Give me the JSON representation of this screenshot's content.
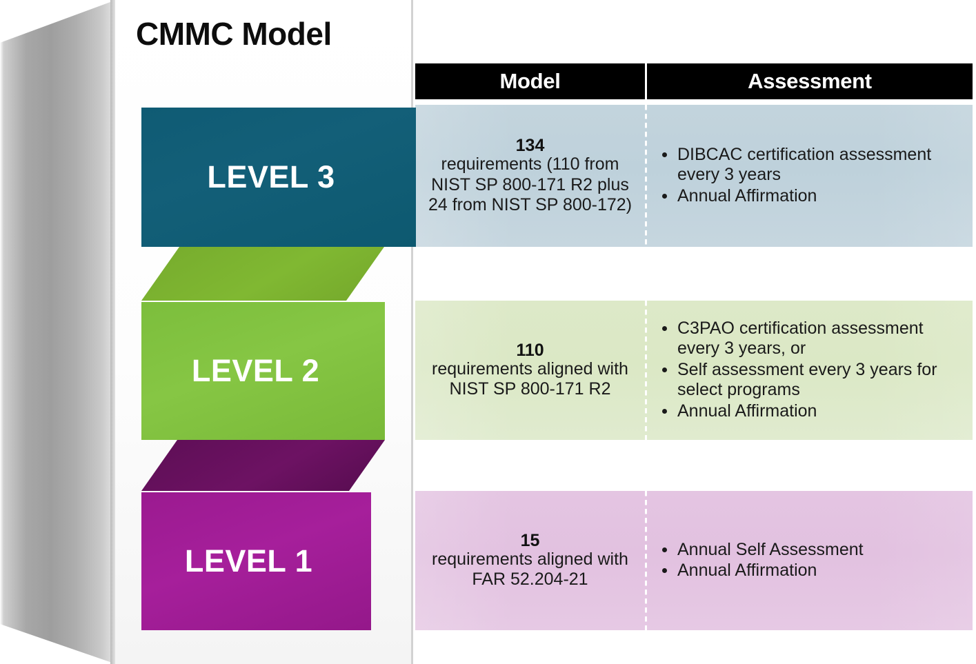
{
  "card": {
    "title": "CMMC Model"
  },
  "header": {
    "model_label": "Model",
    "assessment_label": "Assessment"
  },
  "colors": {
    "level3": "#105E77",
    "level3_panel": "#BED1DB",
    "level2": "#81C241",
    "level2_panel": "#DBE8C5",
    "level2_connector": "#76AB2D",
    "level1": "#A01C96",
    "level1_panel": "#E2C1E0",
    "level1_connector": "#5D0E55",
    "header_bar": "#000000",
    "header_text": "#FFFFFF"
  },
  "rows": [
    {
      "level_label": "LEVEL 3",
      "model": {
        "count": "134",
        "description": "requirements (110 from NIST SP 800-171 R2 plus 24 from NIST SP 800-172)"
      },
      "assessment": [
        "DIBCAC certification assessment every 3 years",
        "Annual Affirmation"
      ]
    },
    {
      "level_label": "LEVEL 2",
      "model": {
        "count": "110",
        "description": "requirements aligned with NIST SP 800-171 R2"
      },
      "assessment": [
        "C3PAO certification assessment every 3 years, or",
        "Self assessment every 3 years for select programs",
        "Annual Affirmation"
      ]
    },
    {
      "level_label": "LEVEL 1",
      "model": {
        "count": "15",
        "description": "requirements aligned with FAR 52.204-21"
      },
      "assessment": [
        "Annual Self Assessment",
        "Annual Affirmation"
      ]
    }
  ]
}
